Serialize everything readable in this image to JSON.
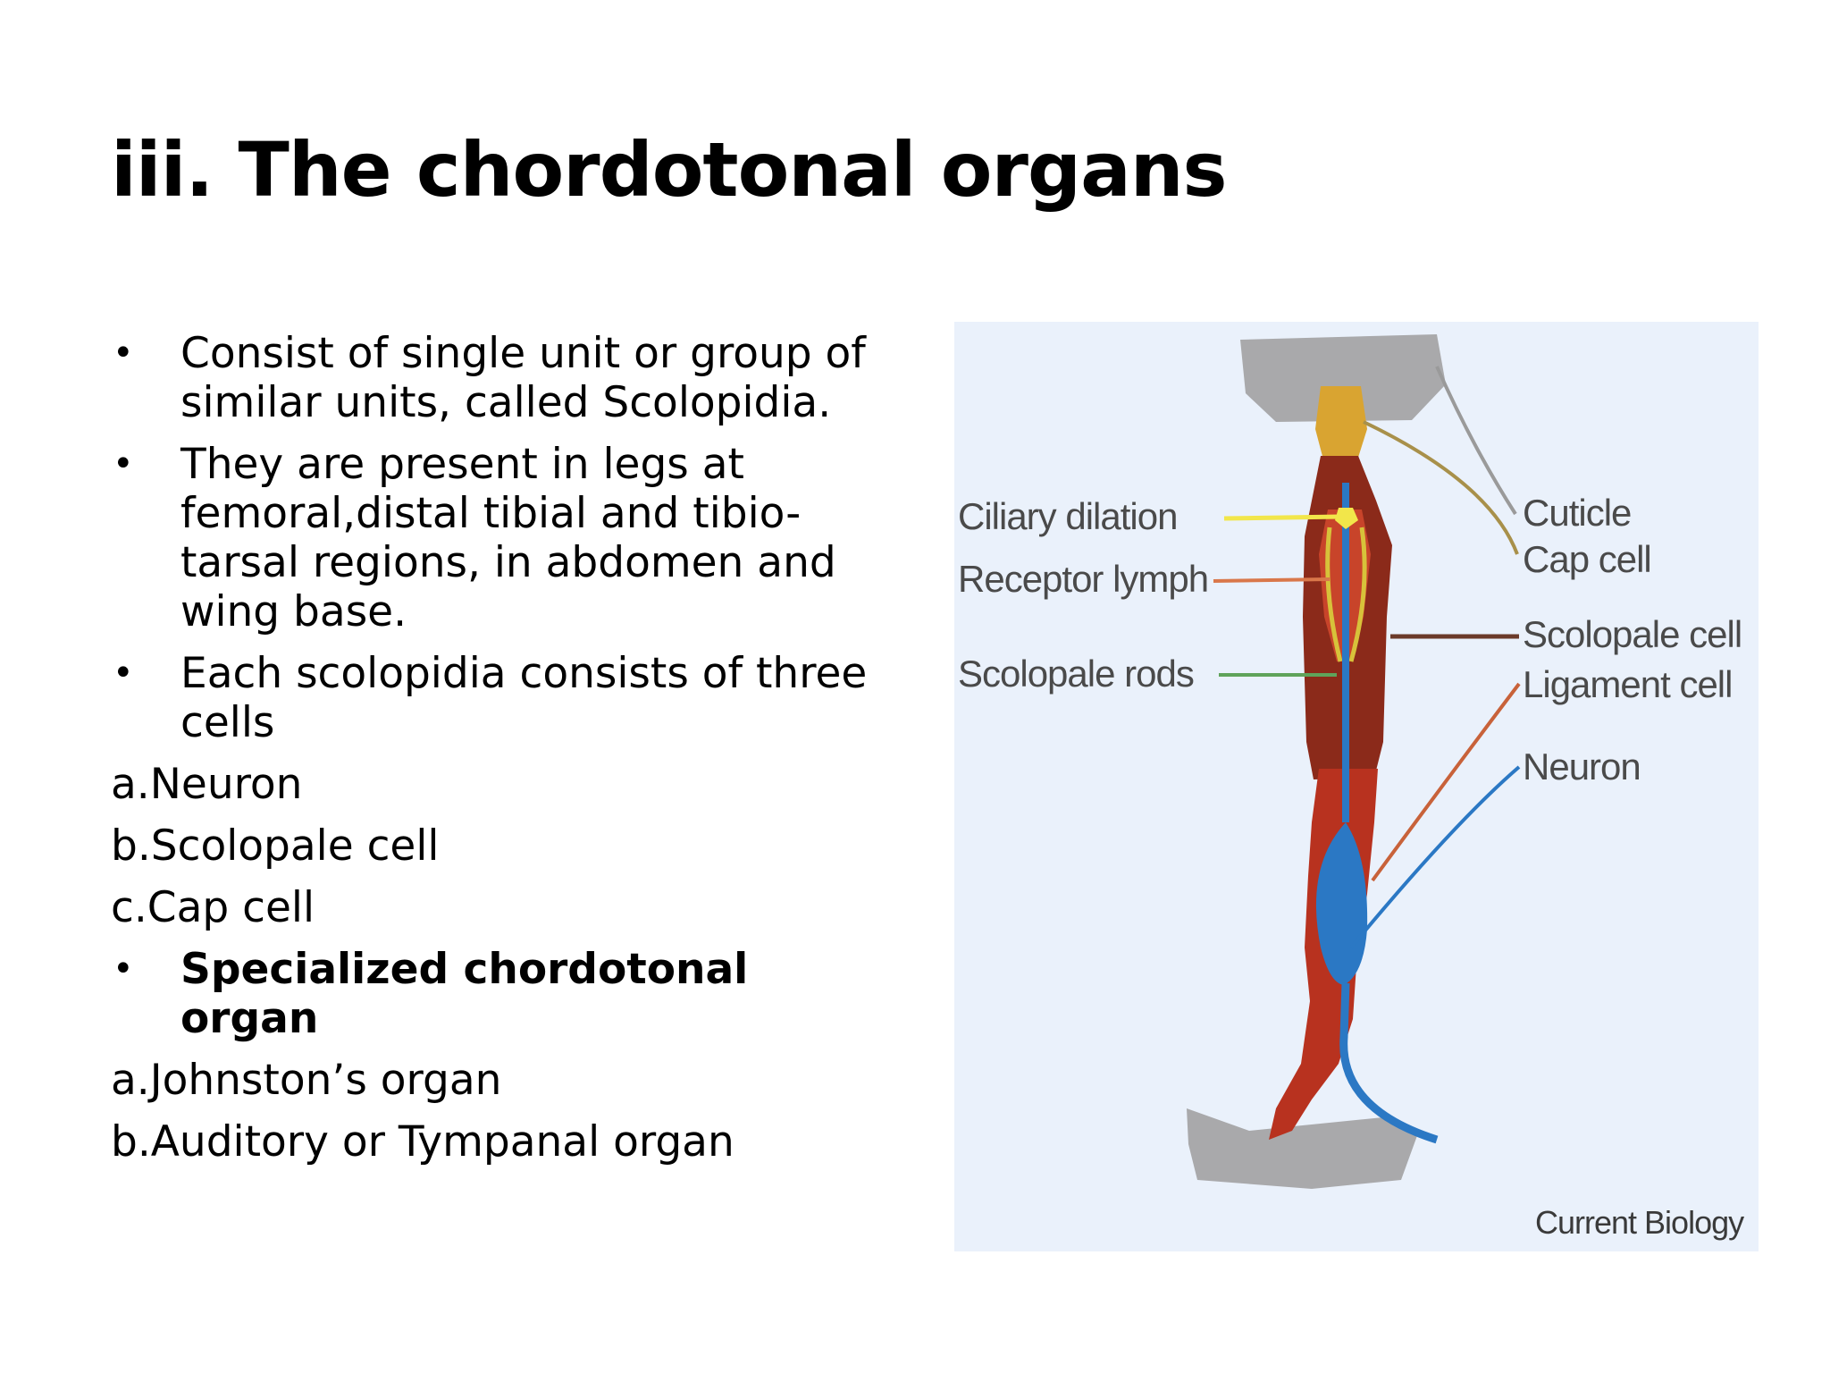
{
  "slide": {
    "title": "iii. The chordotonal organs",
    "items": [
      {
        "kind": "bullet",
        "text": "Consist of single unit or group of similar units, called Scolopidia."
      },
      {
        "kind": "bullet",
        "text": "They are present in legs at femoral,distal tibial and tibio-tarsal regions, in abdomen and wing base."
      },
      {
        "kind": "bullet",
        "text": "Each scolopidia consists of three cells"
      },
      {
        "kind": "plain",
        "text": "a.Neuron"
      },
      {
        "kind": "plain",
        "text": "b.Scolopale cell"
      },
      {
        "kind": "plain",
        "text": "c.Cap cell"
      },
      {
        "kind": "bullet-bold",
        "text": "Specialized chordotonal organ"
      },
      {
        "kind": "plain",
        "text": "a.Johnston’s organ"
      },
      {
        "kind": "plain",
        "text": "b.Auditory or Tympanal organ"
      }
    ],
    "bullet_glyph": "•"
  },
  "figure": {
    "labels_left": {
      "ciliary_dilation": "Ciliary dilation",
      "receptor_lymph": "Receptor lymph",
      "scolopale_rods": "Scolopale rods"
    },
    "labels_right": {
      "cuticle": "Cuticle",
      "cap_cell": "Cap cell",
      "scolopale_cell": "Scolopale cell",
      "ligament_cell": "Ligament cell",
      "neuron": "Neuron"
    },
    "credit": "Current Biology",
    "colors": {
      "background": "#eaf1fb",
      "cuticle": "#a9a9ab",
      "cap_cell": "#d9a431",
      "scolopale_cell": "#8b2a1a",
      "ligament_cell": "#b8321f",
      "neuron": "#2b78c4",
      "ciliary_dilation": "#f2e64a",
      "scolopale_rods": "#5fa35a",
      "receptor_lymph": "#d9774a"
    }
  }
}
